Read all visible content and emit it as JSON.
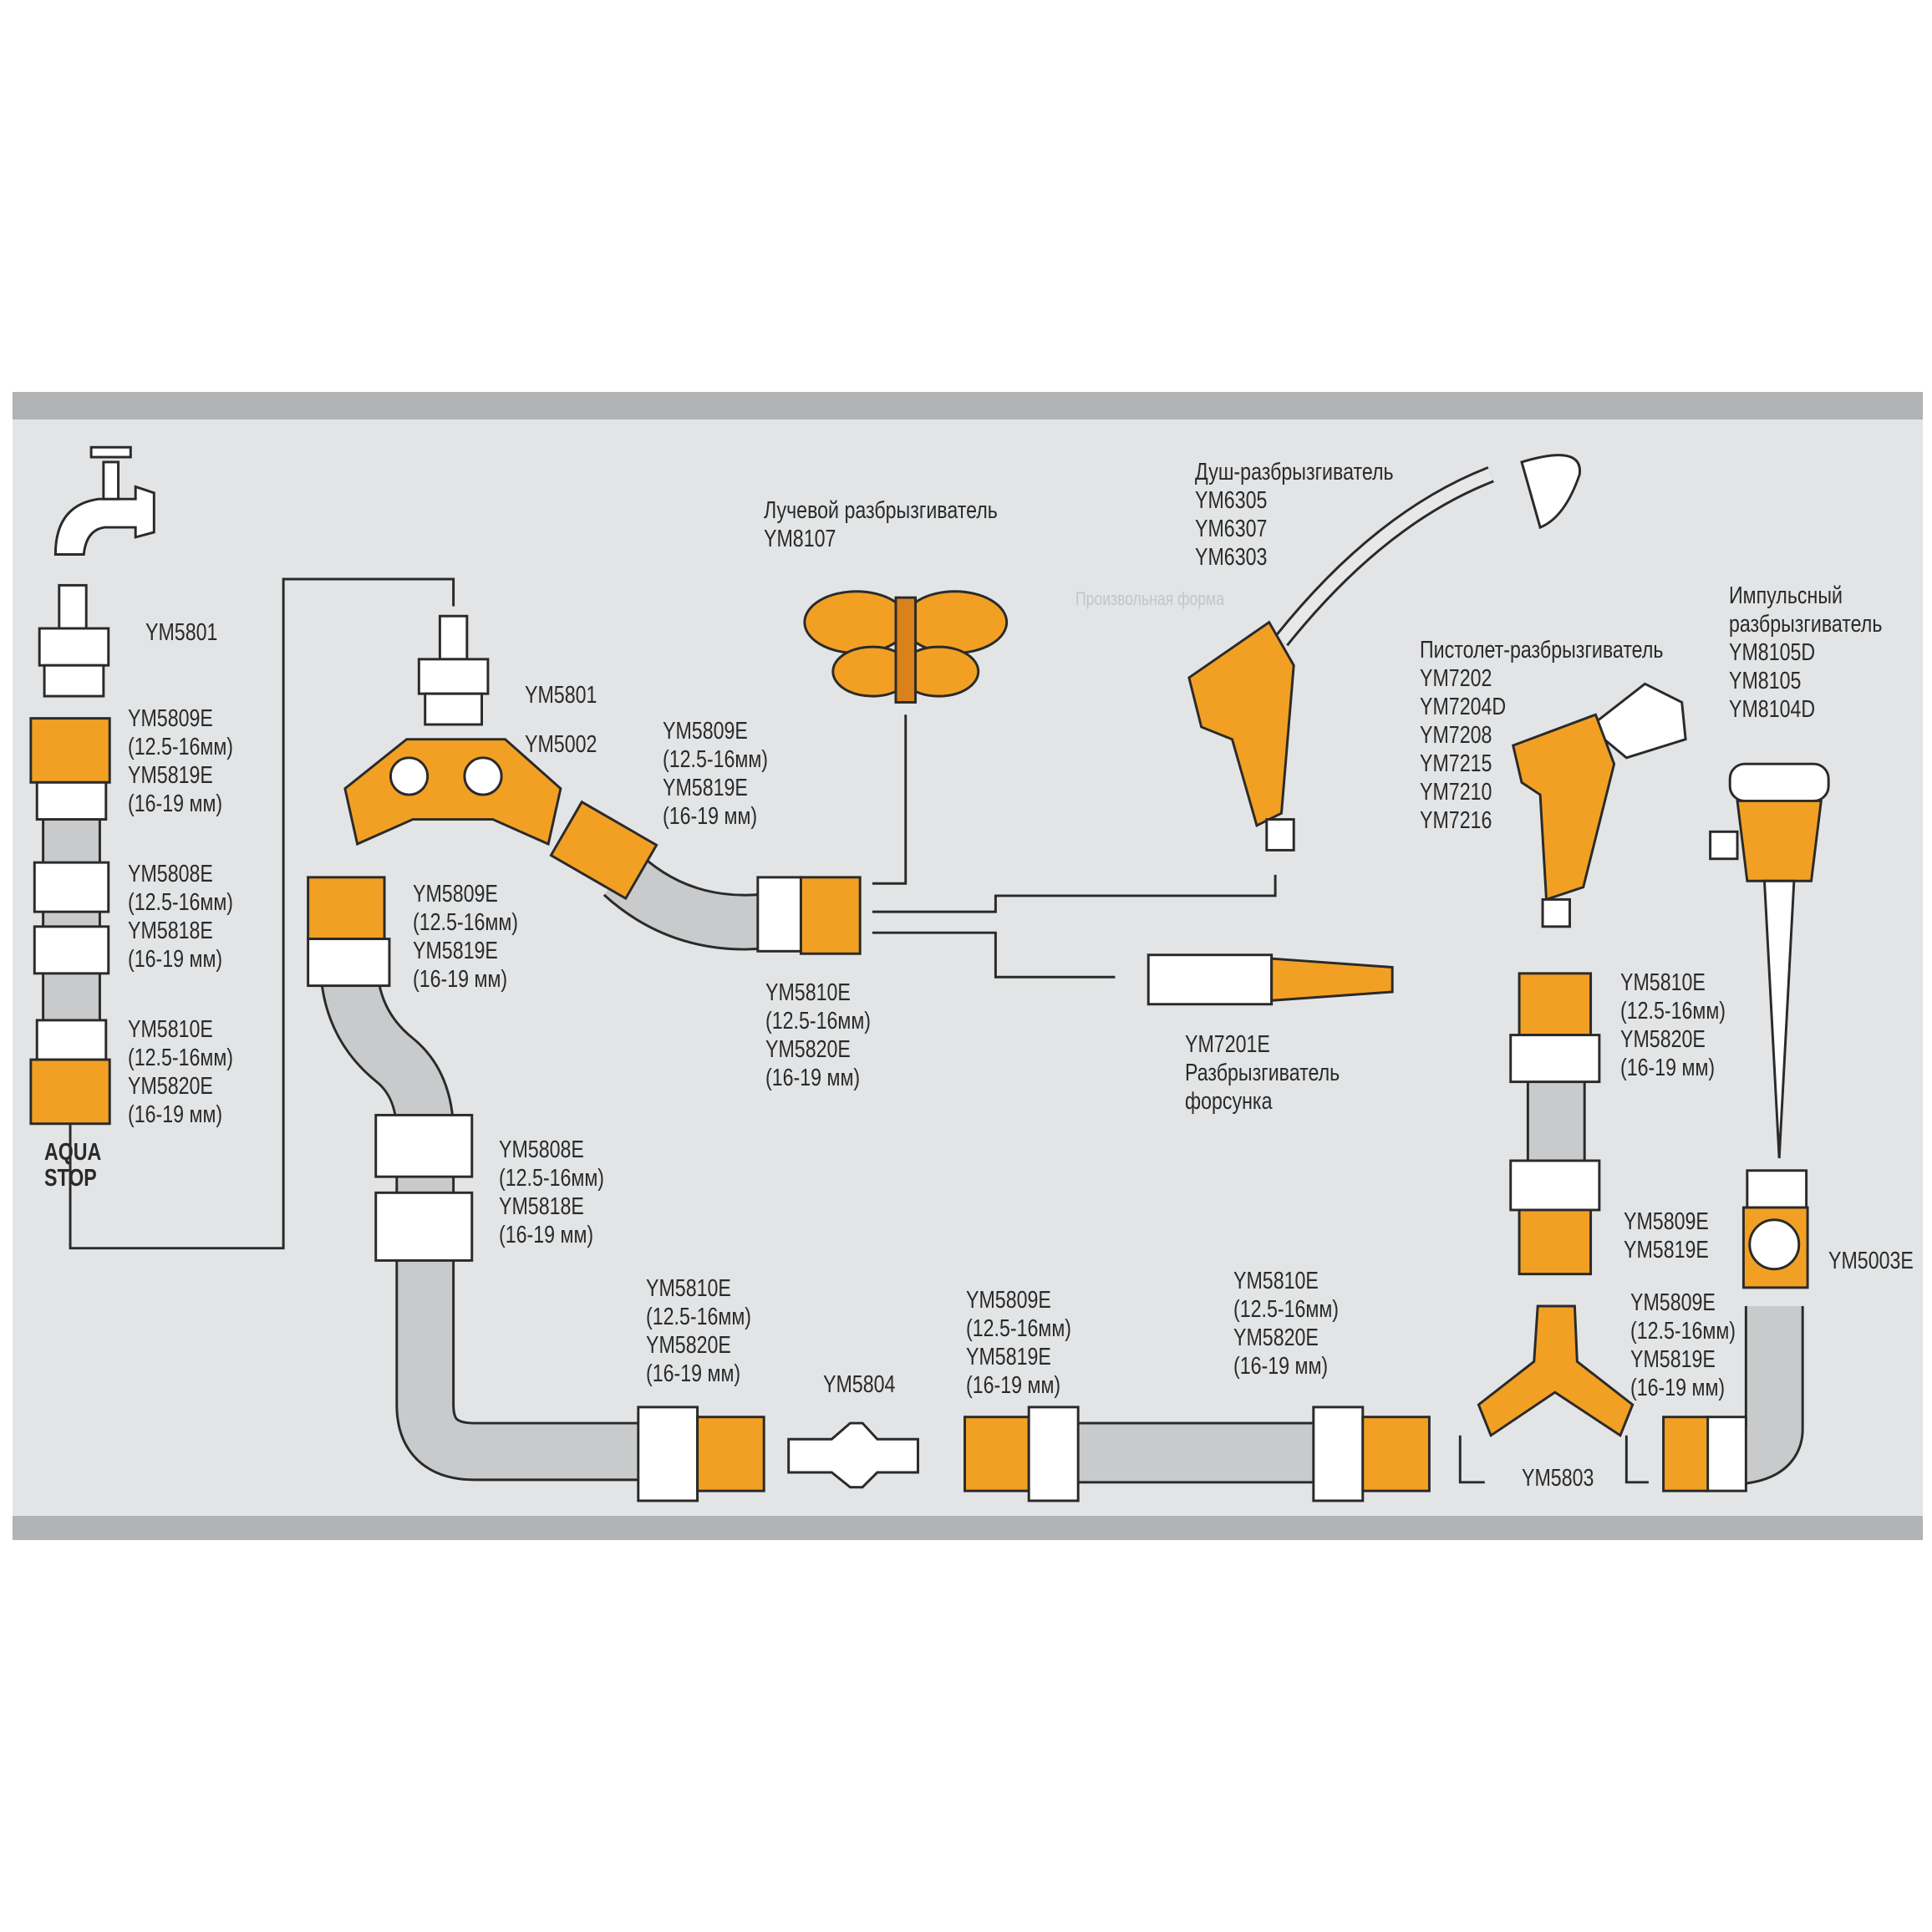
{
  "colors": {
    "orange": "#f2a024",
    "dark_orange": "#d9811a",
    "hose": "#c9cacb",
    "panel": "#e3e4e5",
    "band": "#b2b3b4",
    "line": "#2a2a2a"
  },
  "labels": {
    "faucet_connector": [
      "YM5801"
    ],
    "left_connector_1": [
      "YM5809E",
      "(12.5-16мм)",
      "YM5819E",
      "(16-19 мм)"
    ],
    "left_coupling": [
      "YM5808E",
      "(12.5-16мм)",
      "YM5818E",
      "(16-19 мм)"
    ],
    "left_connector_stop": [
      "YM5810E",
      "(12.5-16мм)",
      "YM5820E",
      "(16-19 мм)"
    ],
    "aqua_stop": [
      "AQUA",
      "STOP"
    ],
    "top_connector": [
      "YM5801"
    ],
    "twin_valve": [
      "YM5002"
    ],
    "angled_connector": [
      "YM5809E",
      "(12.5-16мм)",
      "YM5819E",
      "(16-19 мм)"
    ],
    "ray_sprinkler": [
      "Лучевой разбрызгиватель",
      "YM8107"
    ],
    "shower_sprinkler": [
      "Душ-разбрызгиватель",
      "YM6305",
      "YM6307",
      "YM6303"
    ],
    "watermark": "Произвольная форма",
    "pistol_sprinkler": [
      "Пистолет-разбрызгиватель",
      "YM7202",
      "YM7204D",
      "YM7208",
      "YM7215",
      "YM7210",
      "YM7216"
    ],
    "impulse_sprinkler": [
      "Импульсный",
      "разбрызгиватель",
      "YM8105D",
      "YM8105",
      "YM8104D"
    ],
    "hose_connector_left": [
      "YM5809E",
      "(12.5-16мм)",
      "YM5819E",
      "(16-19 мм)"
    ],
    "stop_connector_mid": [
      "YM5810E",
      "(12.5-16мм)",
      "YM5820E",
      "(16-19 мм)"
    ],
    "nozzle": [
      "YM7201E",
      "Разбрызгиватель",
      "форсунка"
    ],
    "stop_connector_right": [
      "YM5810E",
      "(12.5-16мм)",
      "YM5820E",
      "(16-19 мм)"
    ],
    "hose_coupling": [
      "YM5808E",
      "(12.5-16мм)",
      "YM5818E",
      "(16-19 мм)"
    ],
    "right_connector_short": [
      "YM5809E",
      "YM5819E"
    ],
    "valve_right": [
      "YM5003E"
    ],
    "bottom_stop_1": [
      "YM5810E",
      "(12.5-16мм)",
      "YM5820E",
      "(16-19 мм)"
    ],
    "repair_coupling": [
      "YM5804"
    ],
    "bottom_connector_1": [
      "YM5809E",
      "(12.5-16мм)",
      "YM5819E",
      "(16-19 мм)"
    ],
    "bottom_stop_2": [
      "YM5810E",
      "(12.5-16мм)",
      "YM5820E",
      "(16-19 мм)"
    ],
    "bottom_connector_2": [
      "YM5809E",
      "(12.5-16мм)",
      "YM5819E",
      "(16-19 мм)"
    ],
    "y_connector": [
      "YM5803"
    ]
  }
}
